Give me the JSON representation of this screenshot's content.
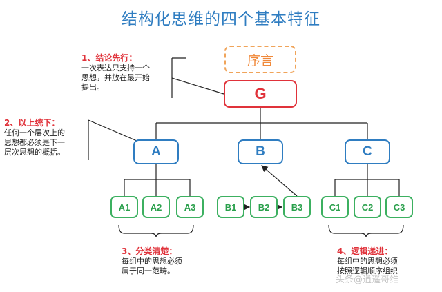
{
  "title": "结构化思维的四个基本特征",
  "nodes": {
    "preface": "序言",
    "top": "G",
    "mid": [
      "A",
      "B",
      "C"
    ],
    "group_a": [
      "A1",
      "A2",
      "A3"
    ],
    "group_b": [
      "B1",
      "B2",
      "B3"
    ],
    "group_c": [
      "C1",
      "C2",
      "C3"
    ]
  },
  "notes": {
    "n1": {
      "heading": "1、结论先行：",
      "body": "一次表达只支持一个\n思想，并放在最开始\n提出。"
    },
    "n2": {
      "heading": "2、以上统下：",
      "body": "任何一个层次上的\n思想都必须是下一\n层次思想的概括。"
    },
    "n3": {
      "heading": "3、分类清楚：",
      "body": "每组中的思想必须\n属于同一范畴。"
    },
    "n4": {
      "heading": "4、逻辑递进：",
      "body": "每组中的思想必须\n按照逻辑顺序组织"
    }
  },
  "watermark": "头条@逍遥哥维",
  "colors": {
    "title": "#2f7dc1",
    "red": "#e0323a",
    "blue": "#2f7dc1",
    "green": "#3cb060",
    "orange": "#f0a45a"
  }
}
